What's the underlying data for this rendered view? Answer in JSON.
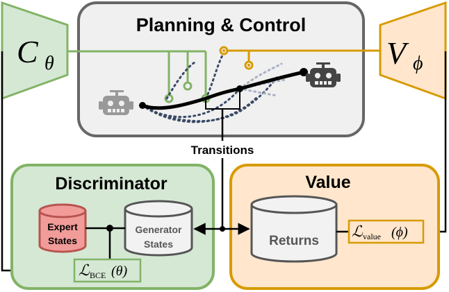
{
  "diagram": {
    "planning_title": "Planning & Control",
    "transitions_label": "Transitions",
    "discriminator_title": "Discriminator",
    "value_title": "Value",
    "expert_db": {
      "line1": "Expert",
      "line2": "States"
    },
    "generator_db": {
      "line1": "Generator",
      "line2": "States"
    },
    "returns_db": {
      "label": "Returns"
    },
    "left_trapezoid": {
      "symbol": "C",
      "subscript": "θ"
    },
    "right_trapezoid": {
      "symbol": "V",
      "subscript": "ϕ"
    },
    "loss_bce": {
      "script": "ℒ",
      "subscript": "BCE",
      "arg": "(θ)"
    },
    "loss_value": {
      "script": "ℒ",
      "subscript": "value",
      "arg": "(ϕ)"
    },
    "robot_icons": [
      "robot-icon-start",
      "robot-icon-goal"
    ]
  },
  "colors": {
    "green_stroke": "#82b366",
    "green_fill": "#d5e8d4",
    "orange_stroke": "#d79b00",
    "orange_fill": "#ffe6cc",
    "planning_fill": "#f0f0f0",
    "planning_stroke": "#666666",
    "expert_fill": "#f19c99",
    "expert_stroke": "#b85450",
    "db_fill": "#f2f2f2",
    "db_stroke": "#555555"
  }
}
